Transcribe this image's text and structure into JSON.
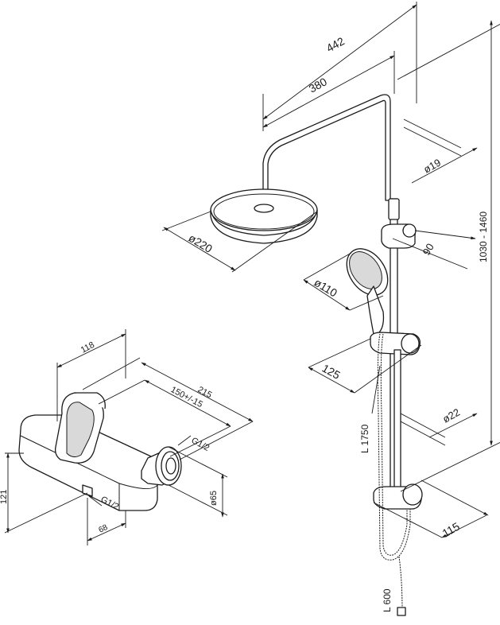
{
  "dimensions": {
    "rain_arm_overall": "442",
    "rain_arm_reach": "380",
    "riser_pipe_diameter": "ø19",
    "rain_head_diameter": "ø220",
    "holder_height": "90",
    "riser_height_range": "1030 - 1460",
    "hand_shower_diameter": "ø110",
    "slider_projection": "125",
    "bar_diameter": "ø22",
    "hose_length_long": "L 1750",
    "bottom_bracket_projection": "115",
    "hose_length_short": "L 600",
    "mixer_height": "118",
    "mixer_width": "215",
    "mixer_center_distance": "150+/-15",
    "mixer_thread_top": "G1/2",
    "mixer_outlet_diameter": "ø65",
    "mixer_depth": "121",
    "mixer_thread_bottom": "G1/2",
    "mixer_outlet_offset": "68"
  },
  "colors": {
    "line": "#1a1a1a",
    "background": "#ffffff",
    "shade": "#d9d9d9"
  }
}
